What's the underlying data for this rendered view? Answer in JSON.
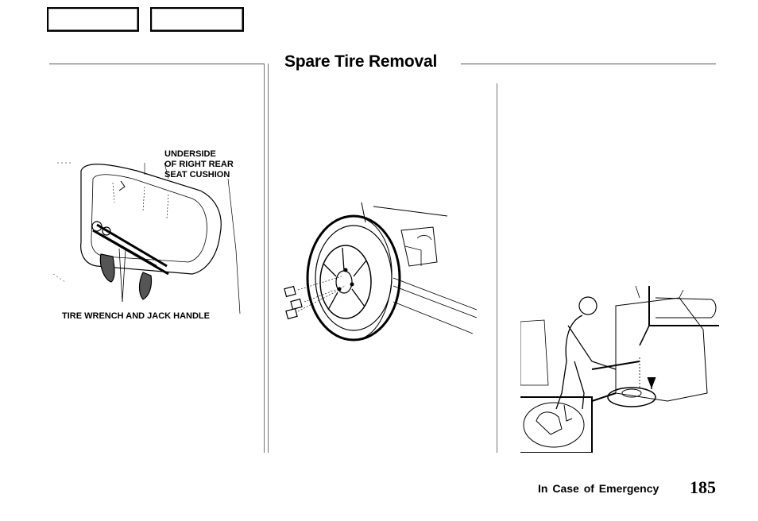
{
  "nav": {
    "prev_label": "",
    "next_label": ""
  },
  "page": {
    "title": "Spare Tire Removal",
    "section": "In  Case  of  Emergency",
    "number": "185"
  },
  "illustrations": {
    "seat": {
      "callout_top": [
        "UNDERSIDE",
        "OF RIGHT REAR",
        "SEAT CUSHION"
      ],
      "callout_bottom": "TIRE WRENCH AND JACK HANDLE"
    }
  }
}
